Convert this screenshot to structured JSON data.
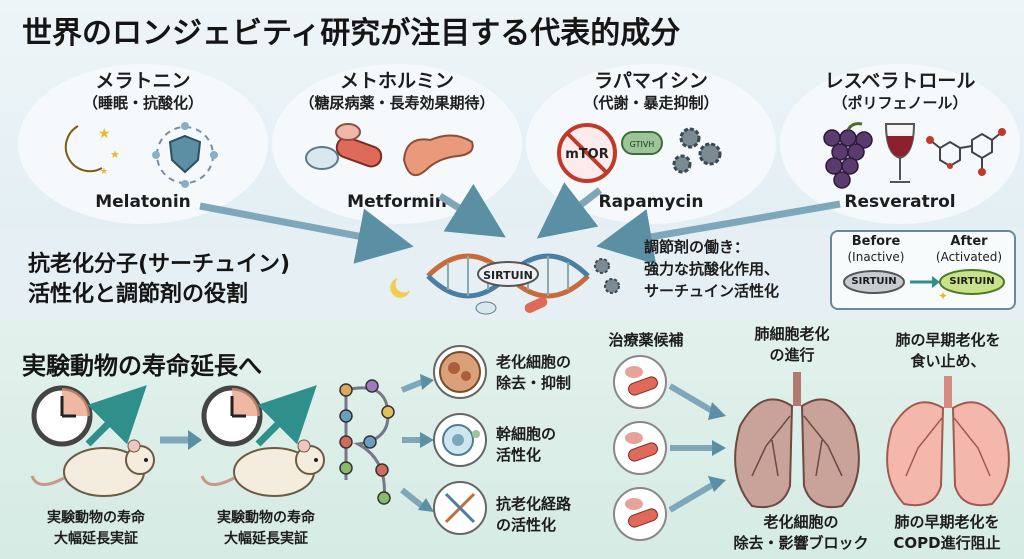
{
  "header": {
    "title": "世界のロンジェビティ研究が注目する代表的成分"
  },
  "compounds": [
    {
      "name": "メラトニン",
      "sub": "（睡眠・抗酸化）",
      "en": "Melatonin"
    },
    {
      "name": "メトホルミン",
      "sub": "（糖尿病薬・長寿効果期待）",
      "en": "Metformin"
    },
    {
      "name": "ラパマイシン",
      "sub": "（代謝・暴走抑制）",
      "en": "Rapamycin",
      "icon_text": "mTOR",
      "pill_text": "GTIVH"
    },
    {
      "name": "レスベラトロール",
      "sub": "（ポリフェノール）",
      "en": "Resveratrol"
    }
  ],
  "sirtuin": {
    "title_line1": "抗老化分子(サーチュイン)",
    "title_line2": "活性化と調節剤の役割",
    "dna_label": "SIRTUIN",
    "regulator_note": "調節剤の働き：\n強力な抗酸化作用、\nサーチュイン活性化",
    "before_label": "Before",
    "before_sub": "(Inactive)",
    "after_label": "After",
    "after_sub": "(Activated)",
    "chip_label": "SIRTUIN"
  },
  "bottom": {
    "title": "実験動物の寿命延長へ",
    "mouse1_caption": "実験動物の寿命\n大幅延長実証",
    "mouse2_caption": "実験動物の寿命\n大幅延長実証",
    "pathways": [
      {
        "label": "老化細胞の\n除去・抑制"
      },
      {
        "label": "幹細胞の\n活性化"
      },
      {
        "label": "抗老化経路\nの活性化"
      }
    ],
    "candidates_label": "治療薬候補",
    "lung_aging_label": "肺細胞老化\nの進行",
    "lung_block_label": "老化細胞の\n除去・影響ブロック",
    "stop_label": "肺の早期老化を\n食い止め、",
    "copd_label": "肺の早期老化を\nCOPD進行阻止"
  },
  "colors": {
    "accent_blue": "#5b8fa3",
    "teal_arrow": "#2f8f8b",
    "wine": "#6a3b6f",
    "red": "#c0392b"
  }
}
